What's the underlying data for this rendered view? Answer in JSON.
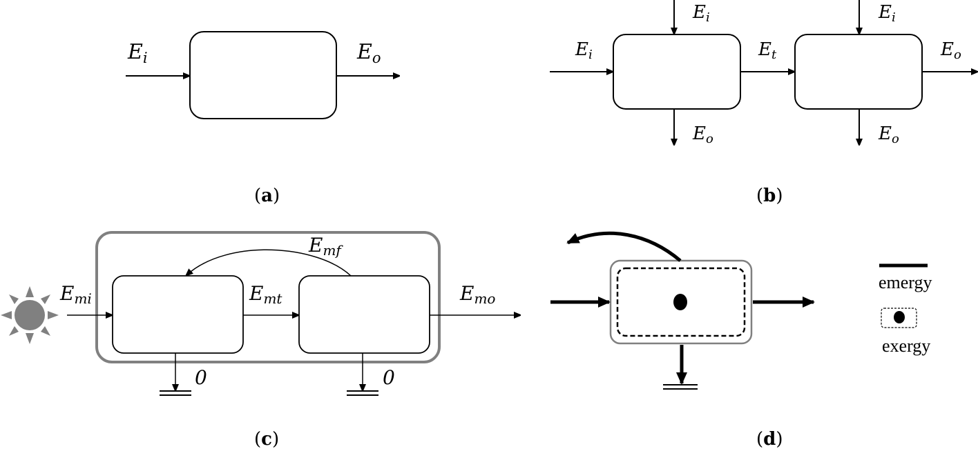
{
  "panels": {
    "a": {
      "caption": "a",
      "input_label": {
        "main": "E",
        "sub": "i"
      },
      "output_label": {
        "main": "E",
        "sub": "o"
      }
    },
    "b": {
      "caption": "b",
      "left_input_label": {
        "main": "E",
        "sub": "i"
      },
      "box1_top_input_label": {
        "main": "E",
        "sub": "i"
      },
      "box1_bottom_output_label": {
        "main": "E",
        "sub": "o"
      },
      "transfer_label": {
        "main": "E",
        "sub": "t"
      },
      "box2_top_input_label": {
        "main": "E",
        "sub": "i"
      },
      "box2_bottom_output_label": {
        "main": "E",
        "sub": "o"
      },
      "right_output_label": {
        "main": "E",
        "sub": "o"
      }
    },
    "c": {
      "caption": "c",
      "input_label": {
        "main": "E",
        "sub": "mi"
      },
      "transfer_label": {
        "main": "E",
        "sub": "mt"
      },
      "feedback_label": {
        "main": "E",
        "sub": "mf"
      },
      "output_label": {
        "main": "E",
        "sub": "mo"
      },
      "ground1_label": "0",
      "ground2_label": "0",
      "source_icon": "sun-icon"
    },
    "d": {
      "caption": "d",
      "legend": {
        "emergy_label": "emergy",
        "exergy_label": "exergy"
      }
    }
  },
  "colors": {
    "stroke": "#000000",
    "boundary_gray": "#808080",
    "sun_gray": "#808080"
  }
}
